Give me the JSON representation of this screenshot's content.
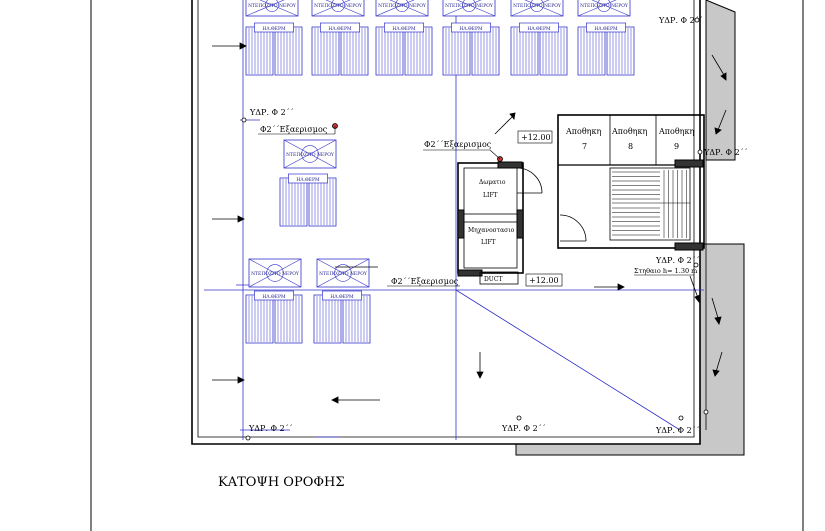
{
  "title": "ΚΑΤΟΨΗ ΟΡΟΦΗΣ",
  "labels": {
    "ydr": "ΥΔΡ. Φ 2΄΄",
    "ydr_wide": "ΥΔΡ. Φ 2΄΄",
    "exaer": "Φ2΄΄Εξαερισμος",
    "level": "+12.00",
    "level2": "+12.00",
    "storage": "Αποθηκη",
    "storage_nums": [
      "7",
      "8",
      "9"
    ],
    "lift_room_1": "Δωματιο",
    "lift_room_2": "LIFT",
    "machine_room_1": "Μηχανοστασιο",
    "machine_room_2": "LIFT",
    "duct": "DUCT",
    "parapet": "Στηθαιο  h= 1.30 m",
    "water_tank": "ΝΤΕΠΟΖΙΤΟ ΝΕΡΟΥ",
    "solar_panel": "ΗΛ.ΘΕΡΜ"
  },
  "colors": {
    "line": "#000000",
    "blue": "#3333cc",
    "grey": "#c8c8c8"
  }
}
